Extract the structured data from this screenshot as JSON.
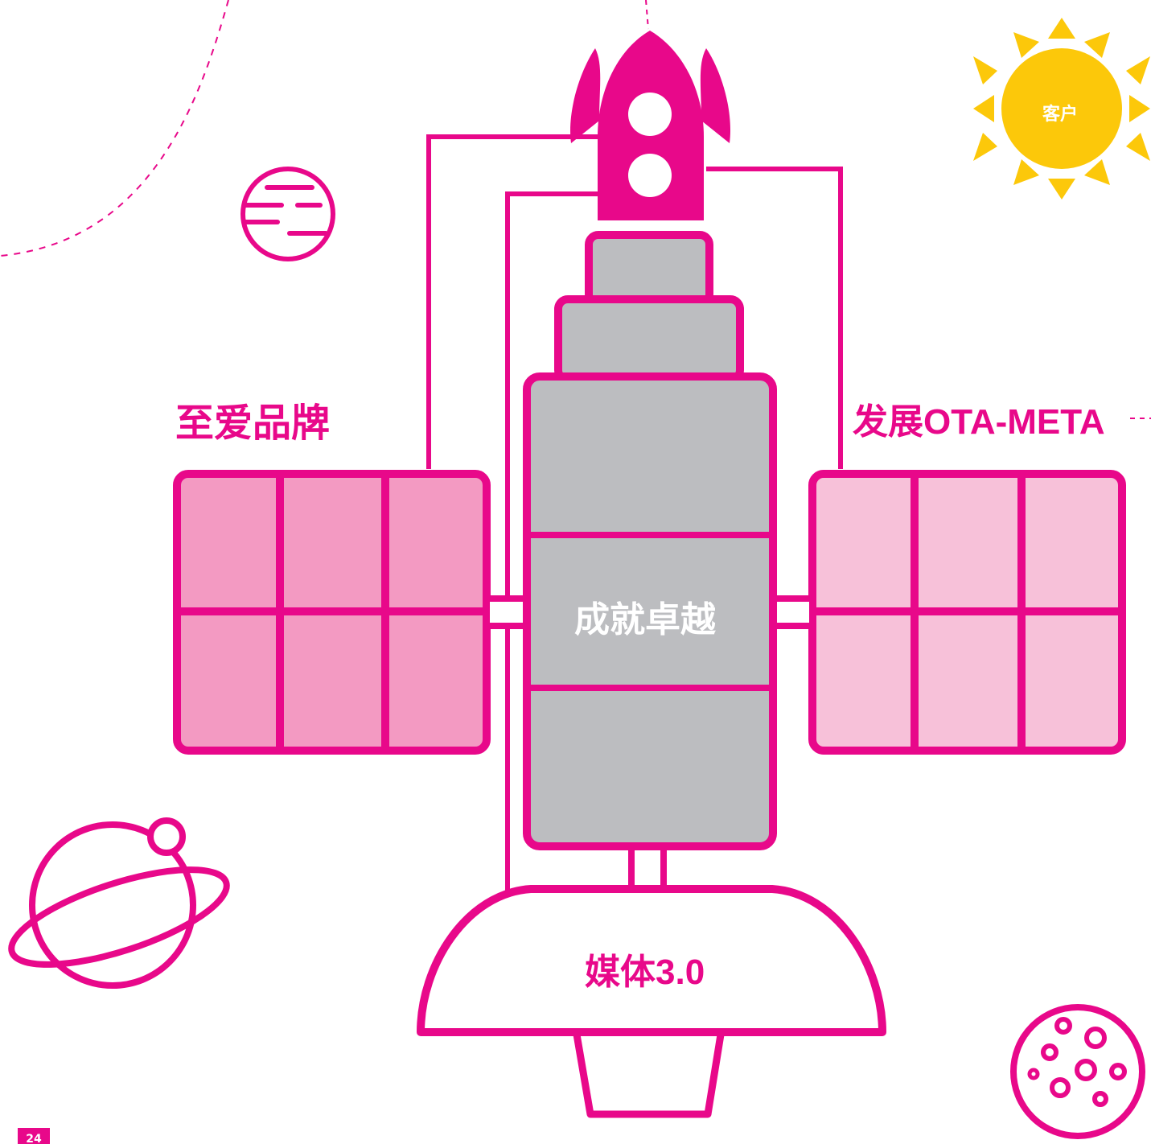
{
  "labels": {
    "left_panel": "至爱品牌",
    "right_panel": "发展OTA-META",
    "center_body": "成就卓越",
    "dish": "媒体3.0",
    "sun": "客户",
    "page_number": "24"
  },
  "colors": {
    "accent": "#e8088a",
    "panel_left_fill": "#f39ac2",
    "panel_right_fill": "#f7c1d9",
    "body_fill": "#bcbdc0",
    "sun": "#fcc80a"
  },
  "icons": [
    "rocket-icon",
    "sun-icon",
    "planet-icon",
    "ringed-planet-icon",
    "moon-icon",
    "satellite-icon"
  ]
}
